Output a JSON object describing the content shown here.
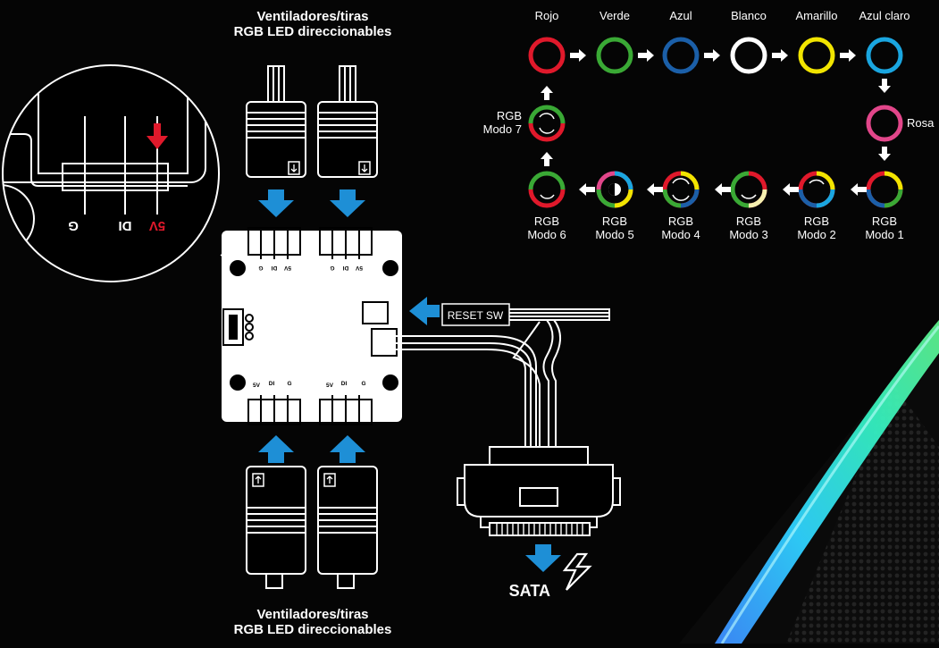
{
  "top_label": {
    "line1": "Ventiladores/tiras",
    "line2": "RGB LED direccionables"
  },
  "bottom_label": {
    "line1": "Ventiladores/tiras",
    "line2": "RGB LED direccionables"
  },
  "zoom_pins": {
    "g": "G",
    "di": "DI",
    "v5": "5V"
  },
  "hub_pins": {
    "g": "G",
    "di": "DI",
    "v5": "5V"
  },
  "reset_label": "RESET SW",
  "sata_label": "SATA",
  "colors": {
    "red": "#e0192b",
    "green": "#3aa935",
    "blue": "#1b5fa8",
    "white": "#ffffff",
    "yellow": "#f2e500",
    "cyan": "#1aa6e0",
    "pink": "#e2468a",
    "arrow_blue": "#1e8fd6"
  },
  "color_cycle": [
    {
      "name": "Rojo",
      "color": "#e0192b"
    },
    {
      "name": "Verde",
      "color": "#3aa935"
    },
    {
      "name": "Azul",
      "color": "#1b5fa8"
    },
    {
      "name": "Blanco",
      "color": "#ffffff"
    },
    {
      "name": "Amarillo",
      "color": "#f2e500"
    },
    {
      "name": "Azul claro",
      "color": "#1aa6e0"
    }
  ],
  "pink_mode": {
    "name": "Rosa",
    "color": "#e2468a"
  },
  "rgb_modes": {
    "mode7": {
      "line1": "RGB",
      "line2": "Modo 7"
    },
    "bottom": [
      {
        "line1": "RGB",
        "line2": "Modo 6"
      },
      {
        "line1": "RGB",
        "line2": "Modo 5"
      },
      {
        "line1": "RGB",
        "line2": "Modo 4"
      },
      {
        "line1": "RGB",
        "line2": "Modo 3"
      },
      {
        "line1": "RGB",
        "line2": "Modo 2"
      },
      {
        "line1": "RGB",
        "line2": "Modo 1"
      }
    ]
  }
}
